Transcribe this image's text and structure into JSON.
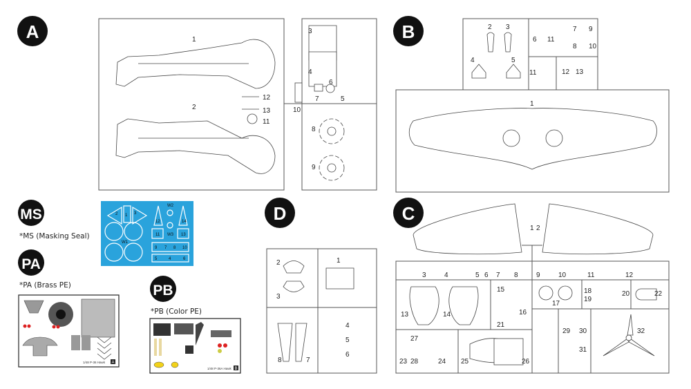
{
  "badges": {
    "A": "A",
    "B": "B",
    "C": "C",
    "D": "D",
    "MS": "MS",
    "PA": "PA",
    "PB": "PB"
  },
  "captions": {
    "ms": "*MS (Masking Seal)",
    "pa": "*PA (Brass PE)",
    "pb": "*PB (Color PE)"
  },
  "sprue_a": {
    "parts": [
      "1",
      "2",
      "3",
      "4",
      "6",
      "7",
      "5",
      "12",
      "13",
      "11",
      "10",
      "8",
      "9"
    ]
  },
  "sprue_b": {
    "parts": [
      "2",
      "3",
      "4",
      "5",
      "6",
      "7",
      "9",
      "11",
      "8",
      "10",
      "11",
      "12",
      "13",
      "1"
    ]
  },
  "sprue_c": {
    "parts": [
      "1",
      "2",
      "3",
      "4",
      "5",
      "6",
      "7",
      "8",
      "9",
      "10",
      "11",
      "12",
      "13",
      "14",
      "15",
      "16",
      "21",
      "17",
      "18",
      "19",
      "20",
      "22",
      "29",
      "30",
      "31",
      "32",
      "27",
      "23",
      "28",
      "24",
      "25",
      "26"
    ]
  },
  "sprue_d": {
    "parts": [
      "2",
      "3",
      "1",
      "8",
      "7",
      "4",
      "5",
      "6"
    ]
  },
  "masking_seal": {
    "color": "#2aa3dc",
    "labels": [
      "2",
      "1",
      "3",
      "W2",
      "12",
      "14",
      "W3",
      "11",
      "13",
      "W1",
      "9",
      "7",
      "8",
      "10",
      "5",
      "4",
      "6"
    ]
  },
  "brass_pe": {
    "footer": "1/48 P-36 Hawk",
    "sheet": "A"
  },
  "color_pe": {
    "footer": "1/48 P-36A Hawk",
    "sheet": "B"
  }
}
